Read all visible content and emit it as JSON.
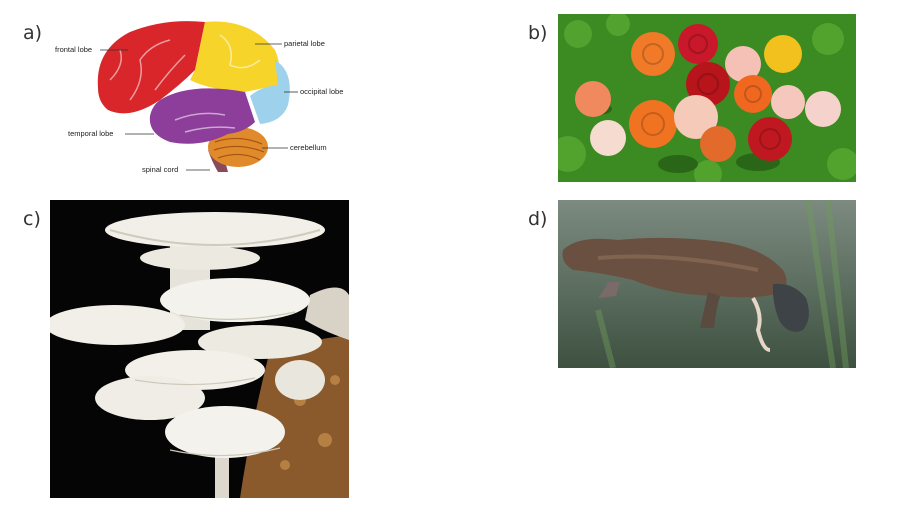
{
  "panels": {
    "a": {
      "label": "a)",
      "subject": "brain-diagram",
      "lobes": [
        {
          "name": "frontal lobe",
          "color": "#d8262a"
        },
        {
          "name": "parietal lobe",
          "color": "#f6d42a"
        },
        {
          "name": "occipital lobe",
          "color": "#9ed2ec"
        },
        {
          "name": "temporal lobe",
          "color": "#8d3d9a"
        },
        {
          "name": "cerebellum",
          "color": "#e08a2c"
        },
        {
          "name": "spinal cord",
          "color": "#8a4a5a"
        }
      ]
    },
    "b": {
      "label": "b)",
      "subject": "roses-photo"
    },
    "c": {
      "label": "c)",
      "subject": "oyster-mushrooms-photo"
    },
    "d": {
      "label": "d)",
      "subject": "platypus-photo"
    }
  }
}
